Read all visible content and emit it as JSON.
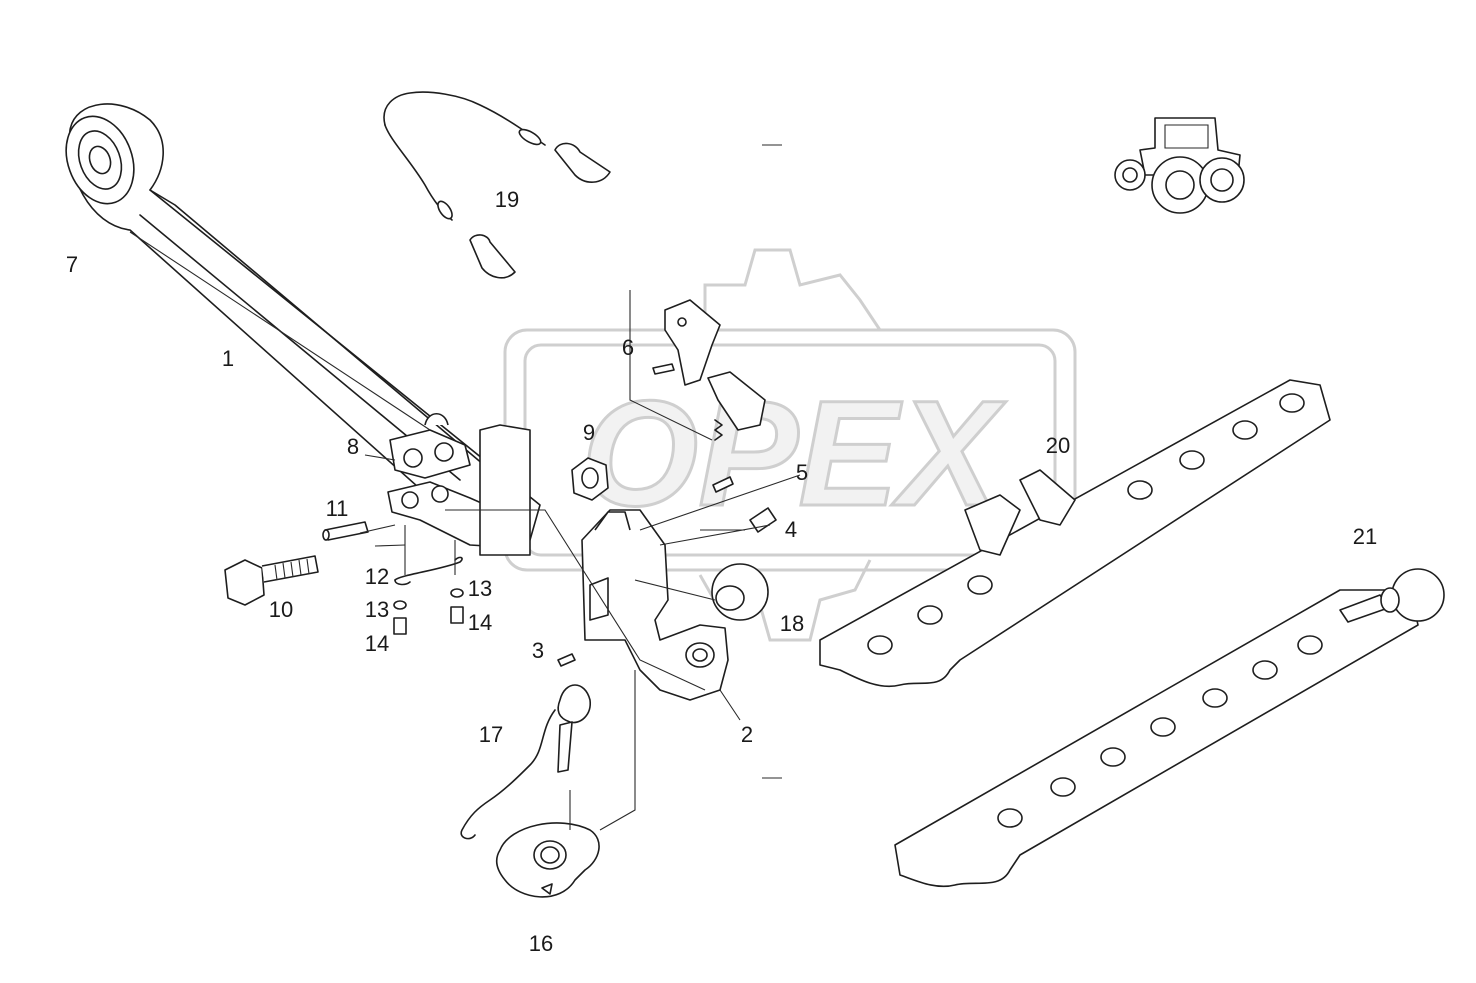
{
  "watermark": {
    "text": "OPEX",
    "color": "#cfcfcf"
  },
  "callouts": {
    "c1": "1",
    "c2": "2",
    "c3": "3",
    "c4": "4",
    "c5": "5",
    "c6": "6",
    "c7": "7",
    "c8": "8",
    "c9": "9",
    "c10": "10",
    "c11": "11",
    "c12": "12",
    "c13a": "13",
    "c13b": "13",
    "c14a": "14",
    "c14b": "14",
    "c16": "16",
    "c17": "17",
    "c18": "18",
    "c19": "19",
    "c20": "20",
    "c21": "21"
  },
  "icons": [
    "tractor-icon"
  ],
  "colors": {
    "line": "#1e1e1e",
    "background": "#ffffff"
  }
}
